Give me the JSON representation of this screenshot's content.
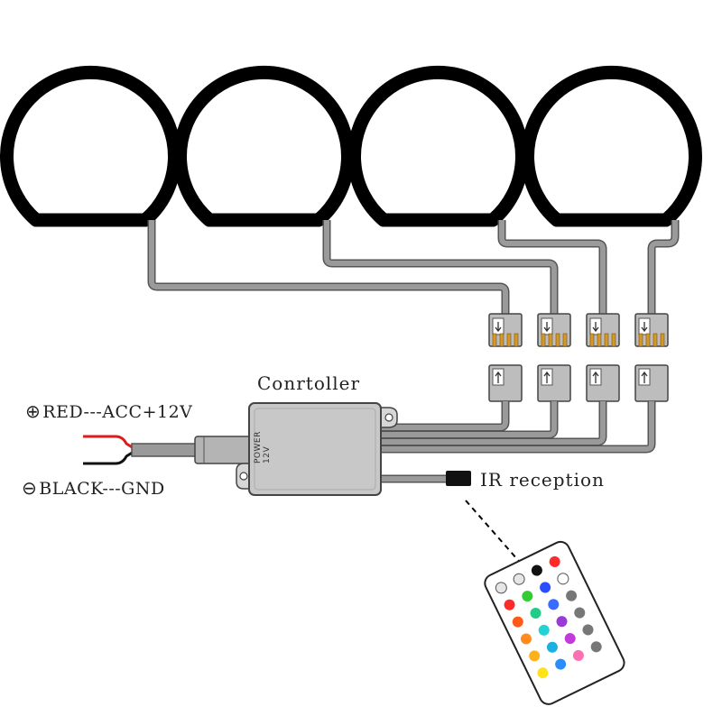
{
  "controller": {
    "title": "Conrtoller",
    "body_label": "POWER 12V"
  },
  "power": {
    "positive_symbol": "⊕",
    "positive_label": "RED---ACC+12V",
    "negative_symbol": "⊖",
    "negative_label": "BLACK---GND"
  },
  "ir": {
    "label": "IR reception"
  },
  "rings": {
    "count": 4
  },
  "connectors": {
    "count": 4
  },
  "remote": {
    "colors": {
      "red": "#ff2b2b",
      "orange": "#ff8c1a",
      "yellow": "#ffe31a",
      "green": "#33cc33",
      "cyan": "#22d3d3",
      "blue": "#2a4dff",
      "purple": "#9a3bd9",
      "pink": "#ff6fb3",
      "white": "#ffffff"
    }
  },
  "wire_color": "#9a9a9a"
}
